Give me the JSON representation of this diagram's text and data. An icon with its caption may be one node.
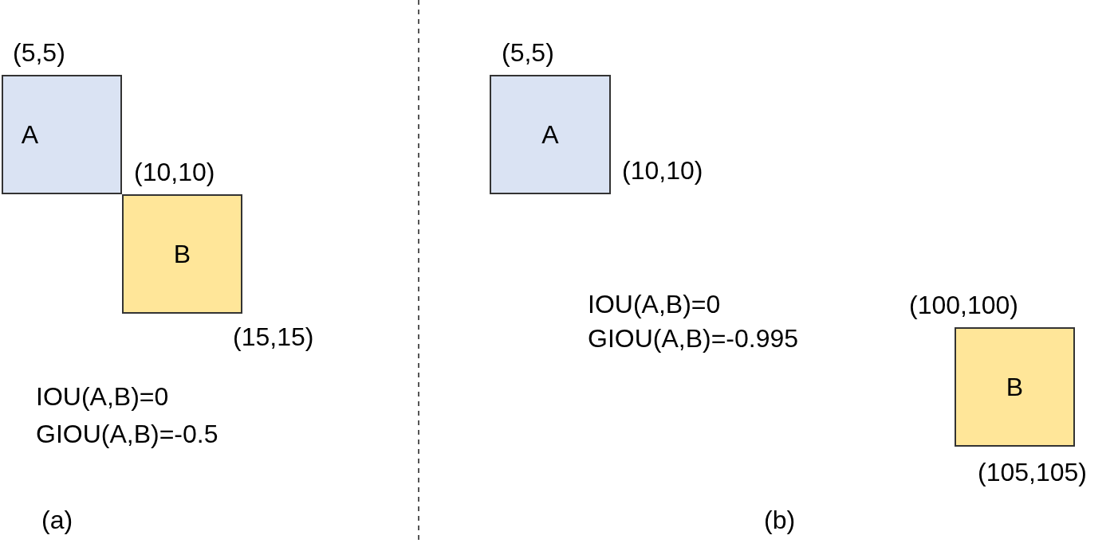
{
  "diagram": {
    "nodes": [
      {
        "text": [
          "A"
        ],
        "beside": [
          "(5,5)"
        ]
      },
      {
        "text": [
          "B"
        ],
        "beside": [
          "(15,15)"
        ]
      },
      {
        "text": [
          "A"
        ],
        "beside": [
          "(5,5)",
          "(10,10)"
        ]
      },
      {
        "text": [
          "B"
        ],
        "beside": [
          "(100,100)",
          "(105,105)"
        ]
      }
    ],
    "labels": [
      "(10,10)",
      "IOU(A,B)=0",
      "GIOU(A,B)=-0.5",
      "(a)",
      "IOU(A,B)=0",
      "GIOU(A,B)=-0.995",
      "(b)"
    ]
  }
}
